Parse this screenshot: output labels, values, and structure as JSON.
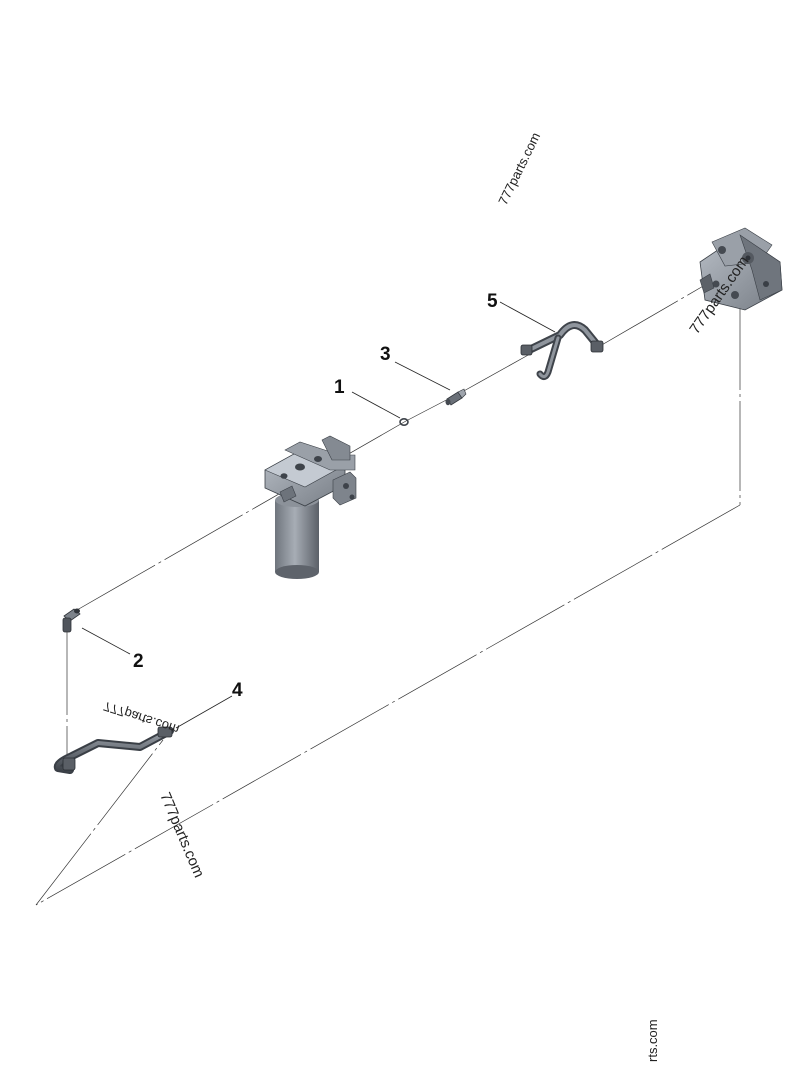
{
  "callouts": [
    {
      "id": "1",
      "label": "1"
    },
    {
      "id": "2",
      "label": "2"
    },
    {
      "id": "3",
      "label": "3"
    },
    {
      "id": "4",
      "label": "4"
    },
    {
      "id": "5",
      "label": "5"
    }
  ],
  "watermarks": {
    "top": "777parts.com",
    "pump": "777parts.com",
    "middle_mirrored": "777parts.com",
    "left": "777parts.com",
    "bottom": "rts.com"
  },
  "colors": {
    "part_body": "#8a9099",
    "part_dark": "#4a4f57",
    "part_light": "#b4bac2",
    "line": "#333333"
  }
}
